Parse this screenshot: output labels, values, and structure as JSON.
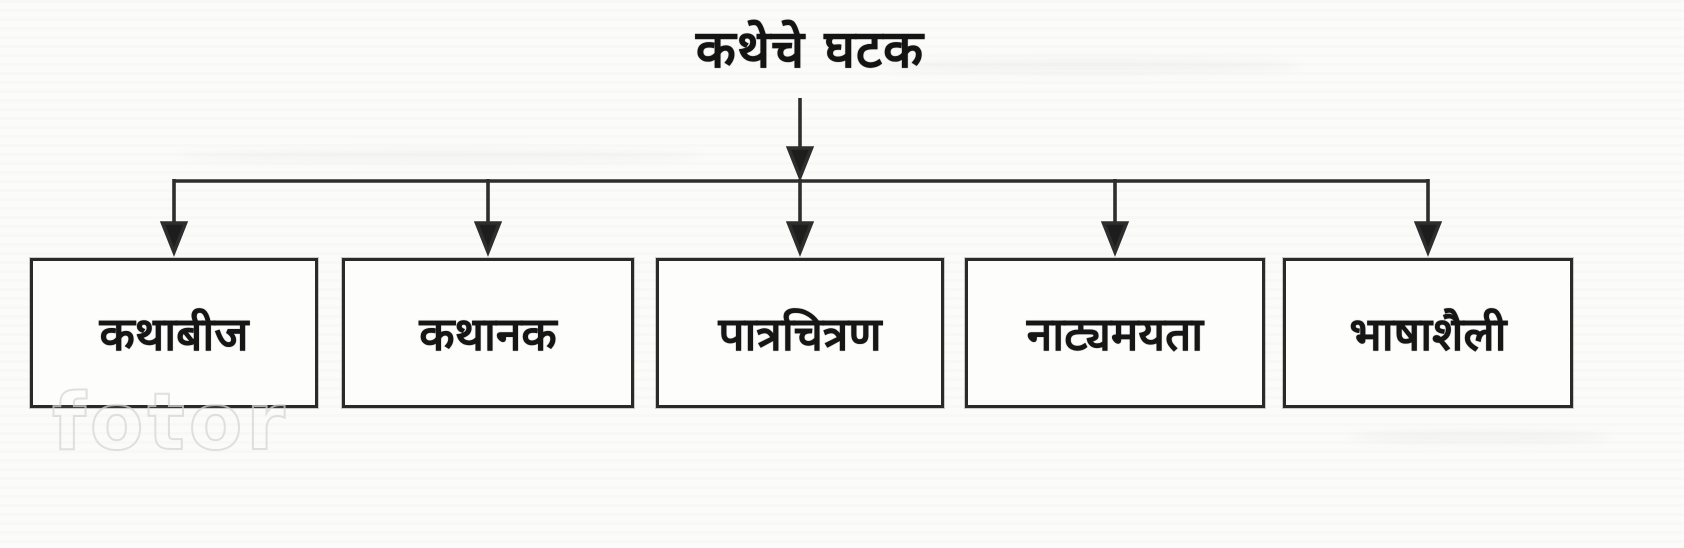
{
  "diagram": {
    "title": "कथेचे घटक",
    "nodes": [
      {
        "label": "कथाबीज"
      },
      {
        "label": "कथानक"
      },
      {
        "label": "पात्रचित्रण"
      },
      {
        "label": "नाट्यमयता"
      },
      {
        "label": "भाषाशैली"
      }
    ],
    "colors": {
      "line": "#2e2e2e",
      "box_border": "#2a2a2a",
      "text": "#141414",
      "background": "#fbfbfa"
    }
  },
  "watermark": {
    "text": "fotor"
  }
}
